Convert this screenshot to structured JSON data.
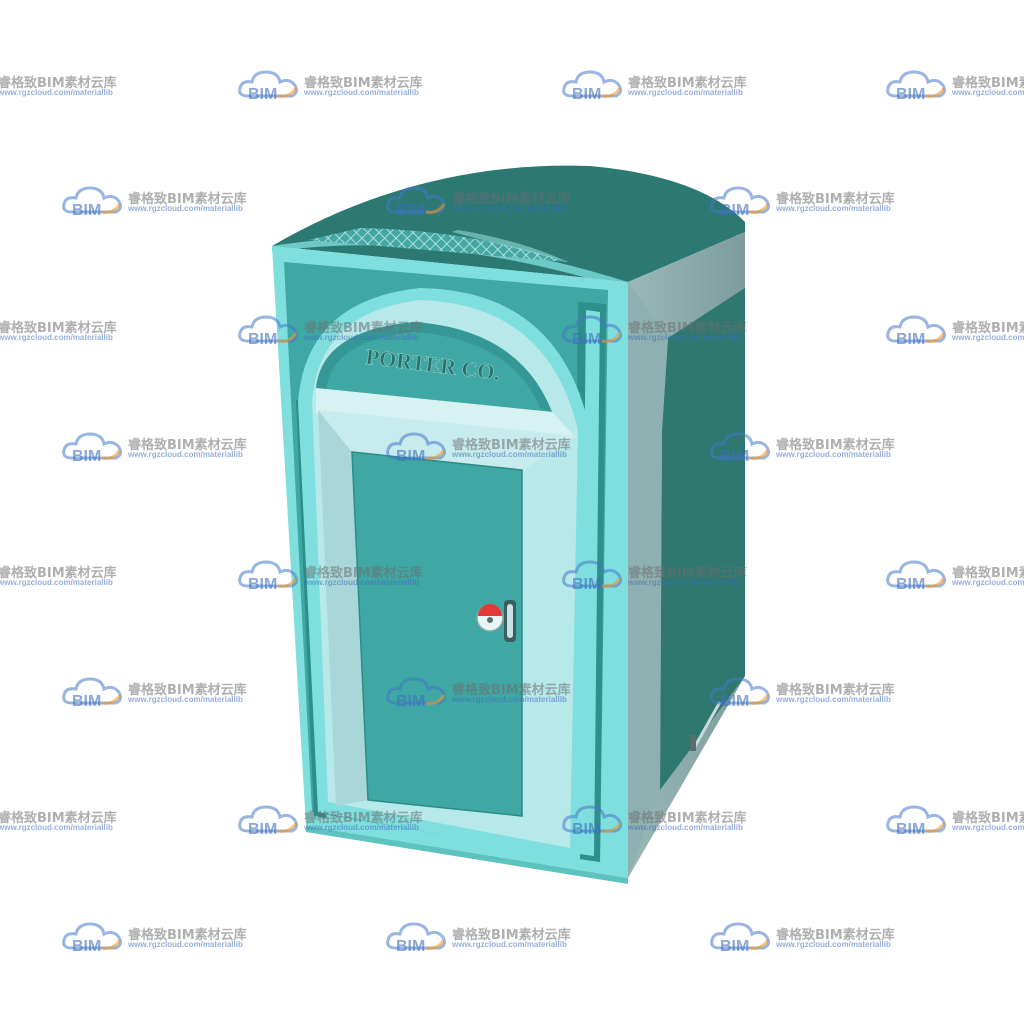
{
  "cabin": {
    "sign_text": "PORTER CO.",
    "colors": {
      "roof": "#2c7873",
      "front_frame": "#7fdede",
      "front_panel": "#3fa7a4",
      "arch": "#b7e8ea",
      "door": "#3fa7a4",
      "side_light": "#87a7a8",
      "side_dark": "#2e7870",
      "vent": "#46a6a2",
      "indicator": "#e23a3a"
    }
  },
  "watermark": {
    "title": "睿格致BIM素材云库",
    "url": "www.rgzcloud.com/materiallib",
    "logo_text": "BIM",
    "logo_icon": "cloud-icon"
  }
}
